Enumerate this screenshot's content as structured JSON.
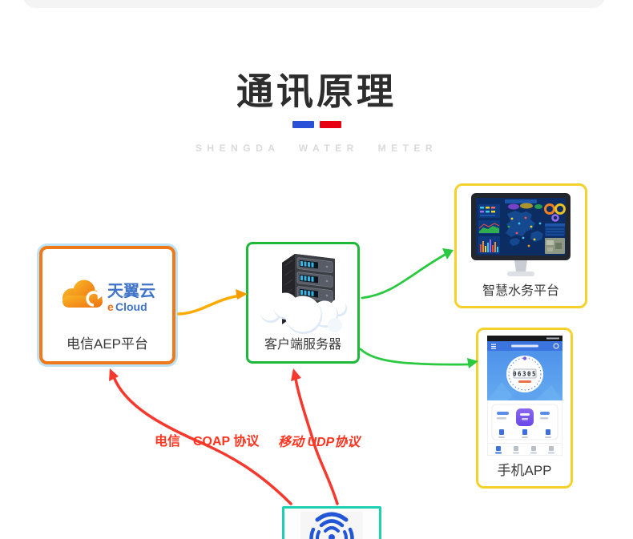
{
  "header": {
    "title": "通讯原理",
    "subtitle": "SHENGDA WATER METER"
  },
  "nodes": {
    "telecom_aep": {
      "label": "电信AEP平台",
      "logo_brand": "天翼云",
      "logo_e": "e",
      "logo_cloud": "Cloud"
    },
    "client_server": {
      "label": "客户端服务器"
    },
    "water_platform": {
      "label": "智慧水务平台"
    },
    "mobile_app": {
      "label": "手机APP",
      "meter_reading": "06305"
    },
    "meter_device": {
      "icon": "wifi-signal"
    }
  },
  "edge_labels": {
    "telecom_coap": "电信　COAP 协议",
    "mobile_udp": "移动 UDP协议"
  },
  "colors": {
    "accent_blue": "#2b50d8",
    "accent_red": "#e60012",
    "border_orange": "#f0791a",
    "border_green": "#1eb939",
    "border_yellow": "#f5d22b",
    "border_teal": "#1ed0b2",
    "edge_yellow": "#ffab00",
    "edge_green": "#29c940",
    "edge_red": "#f5392e",
    "edge_label_red": "#ff3520"
  }
}
